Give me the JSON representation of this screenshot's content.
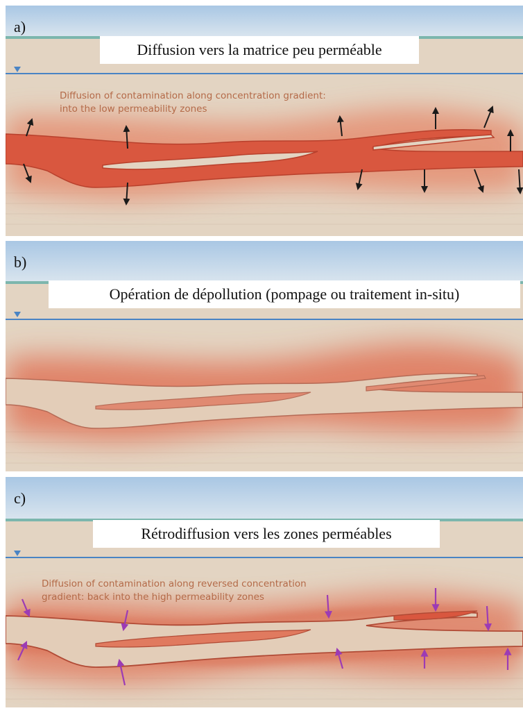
{
  "panels": [
    {
      "letter": "a)",
      "title": "Diffusion vers la matrice peu perméable",
      "note": [
        "Diffusion of contamination along concentration gradient:",
        "into the low permeability zones"
      ]
    },
    {
      "letter": "b)",
      "title": "Opération de dépollution (pompage ou traitement in-situ)",
      "note": []
    },
    {
      "letter": "c)",
      "title": "Rétrodiffusion vers les zones perméables",
      "note": [
        "Diffusion of contamination along reversed concentration",
        "gradient: back into the high permeability zones"
      ]
    }
  ],
  "colors": {
    "sky": "#a9c7e4",
    "ground_surface": "#7cb6ad",
    "soil": "#e3d4c2",
    "water_table": "#4a84c4",
    "plume": "#d9573f",
    "halo": "#e58f72",
    "arrow_out": "#1a1a1a",
    "arrow_in": "#9c3bb4"
  }
}
